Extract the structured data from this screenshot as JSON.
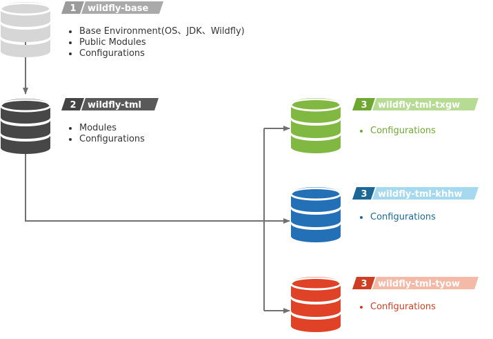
{
  "colors": {
    "line": "#707070",
    "base": {
      "body": "#d6d6d6",
      "band": "#ffffff",
      "tag_dark": "#9b9b9b",
      "tag_light": "#aaaaaa",
      "text": "#ffffff"
    },
    "tml": {
      "body": "#474747",
      "band": "#ffffff",
      "tag_dark": "#444444",
      "tag_light": "#595959",
      "text": "#ffffff"
    },
    "txgw": {
      "body": "#80b842",
      "band": "#ffffff",
      "tag_dark": "#6ea831",
      "tag_light": "#b6dc94",
      "text": "#ffffff"
    },
    "khhw": {
      "body": "#2370b7",
      "band": "#ffffff",
      "tag_dark": "#1b6896",
      "tag_light": "#a5d9ef",
      "text": "#ffffff"
    },
    "tyow": {
      "body": "#df4226",
      "band": "#ffffff",
      "tag_dark": "#cf3d23",
      "tag_light": "#f4b9a7",
      "text": "#ffffff"
    }
  },
  "icons": [
    "database-icon",
    "arrow-head-icon"
  ],
  "nodes": {
    "base": {
      "number": "1",
      "name": "wildfly-base",
      "items": [
        "Base Environment(OS、JDK、Wildfly)",
        "Public Modules",
        "Configurations"
      ]
    },
    "tml": {
      "number": "2",
      "name": "wildfly-tml",
      "items": [
        "Modules",
        "Configurations"
      ]
    },
    "txgw": {
      "number": "3",
      "name": "wildfly-tml-txgw",
      "items": [
        "Configurations"
      ],
      "text_color": "#6ea831"
    },
    "khhw": {
      "number": "3",
      "name": "wildfly-tml-khhw",
      "items": [
        "Configurations"
      ],
      "text_color": "#1b6896"
    },
    "tyow": {
      "number": "3",
      "name": "wildfly-tml-tyow",
      "items": [
        "Configurations"
      ],
      "text_color": "#cf3d23"
    }
  }
}
